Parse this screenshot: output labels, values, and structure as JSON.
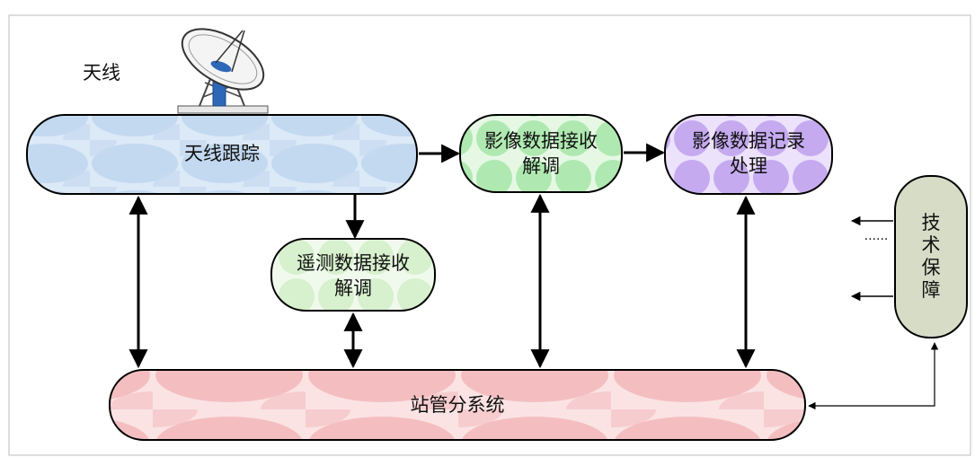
{
  "antenna_label": "天线",
  "nodes": {
    "antenna_tracking": "天线跟踪",
    "image_receive_line1": "影像数据接收",
    "image_receive_line2": "解调",
    "image_record_line1": "影像数据记录",
    "image_record_line2": "处理",
    "telemetry_line1": "遥测数据接收",
    "telemetry_line2": "解调",
    "station_mgmt": "站管分系统",
    "tech_support": "技术保障"
  },
  "ellipsis": "......",
  "colors": {
    "blue_fill": "#cfe1f5",
    "green_fill": "#bff0c0",
    "purple_fill": "#cdb6f3",
    "telemetry_fill": "#dff3d6",
    "pink_fill": "#f7c9cb",
    "tech_fill": "#d6dcc6",
    "border": "#000000",
    "frame": "#bdbdbd"
  }
}
